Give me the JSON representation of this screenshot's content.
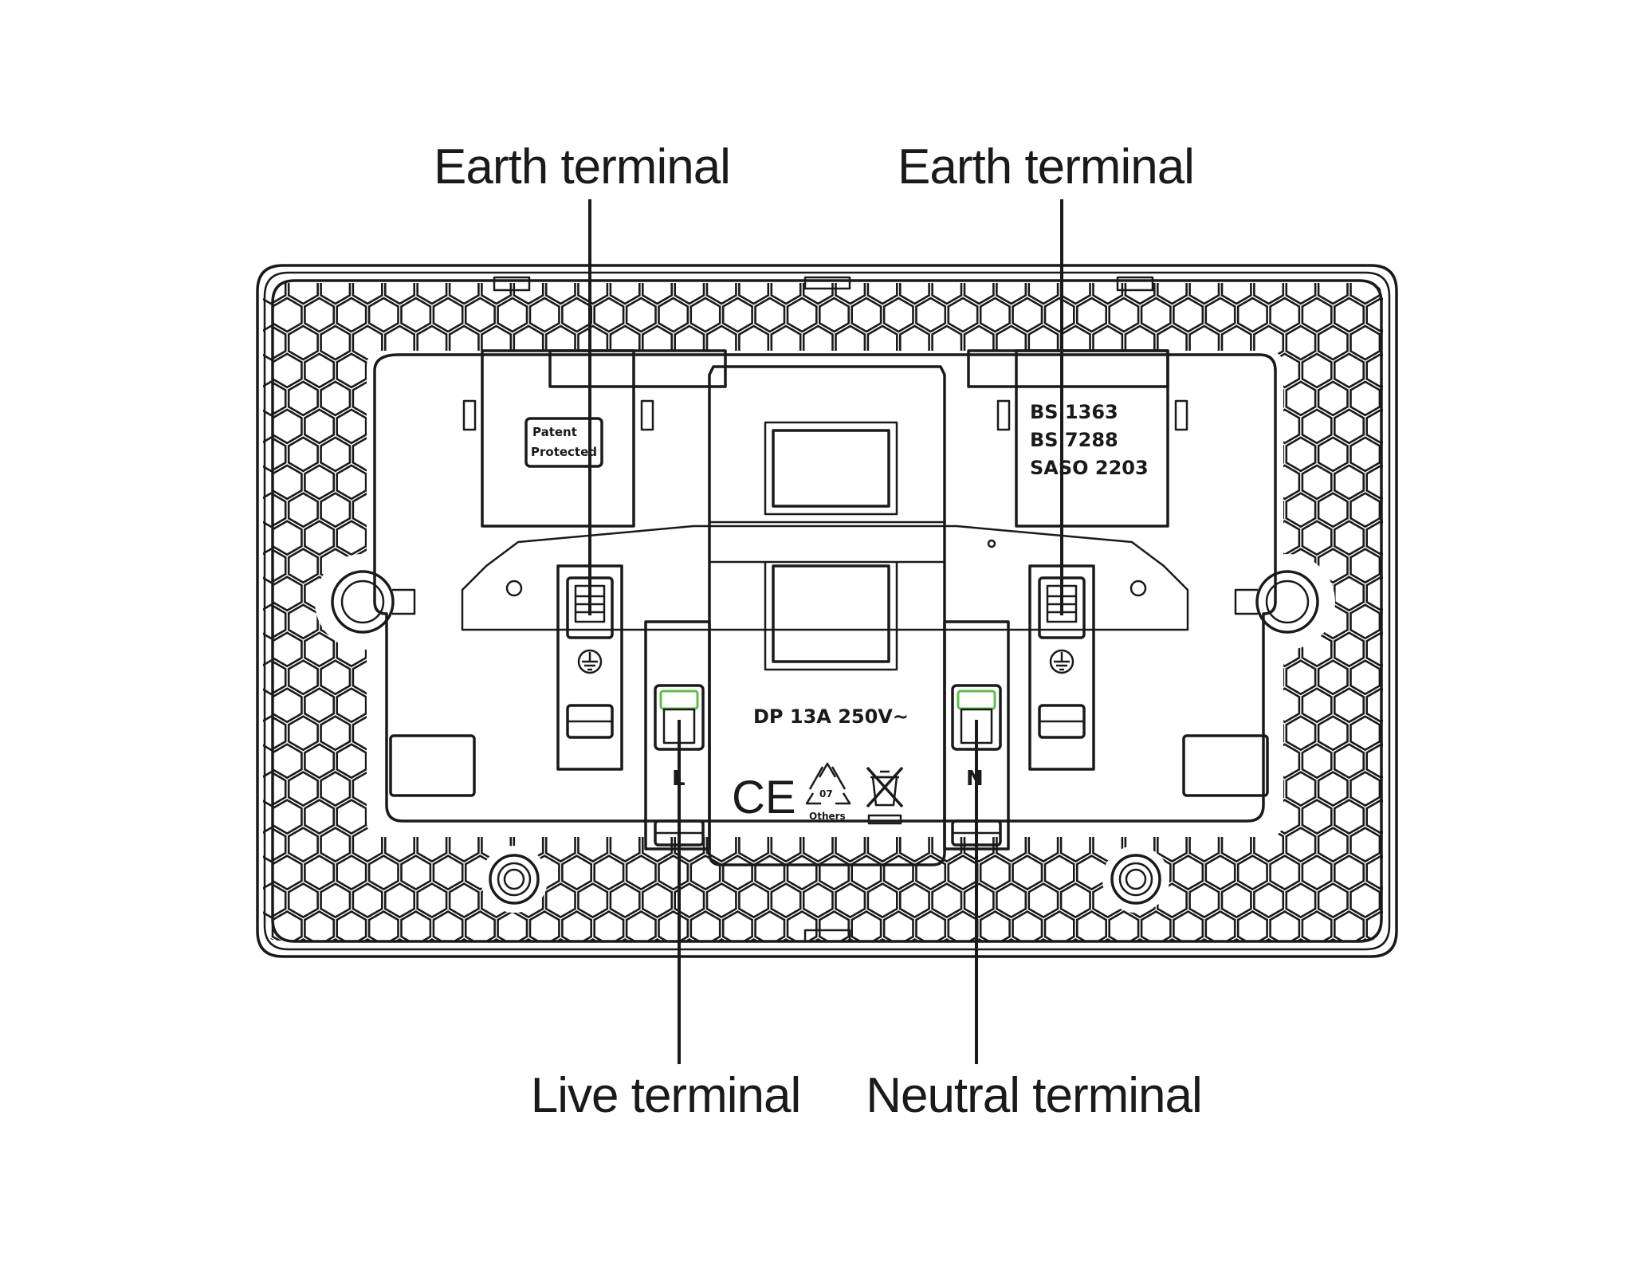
{
  "callouts": {
    "earth_left": "Earth terminal",
    "earth_right": "Earth terminal",
    "live": "Live terminal",
    "neutral": "Neutral terminal"
  },
  "markings": {
    "patent_line1": "Patent",
    "patent_line2": "Protected",
    "std_1": "BS 1363",
    "std_2": "BS 7288",
    "std_3": "SASO 2203",
    "rating": "DP 13A 250V~",
    "ce_mark": "CE",
    "recycle_code": "07",
    "recycle_label": "Others",
    "live_letter": "L",
    "neutral_letter": "N"
  },
  "icons": [
    "earth-symbol-icon",
    "recycling-icon",
    "crossed-bin-icon",
    "ce-mark-icon"
  ],
  "colors": {
    "line": "#1a1a1a",
    "terminal_highlight": "#5fbf4a",
    "background": "#ffffff"
  }
}
